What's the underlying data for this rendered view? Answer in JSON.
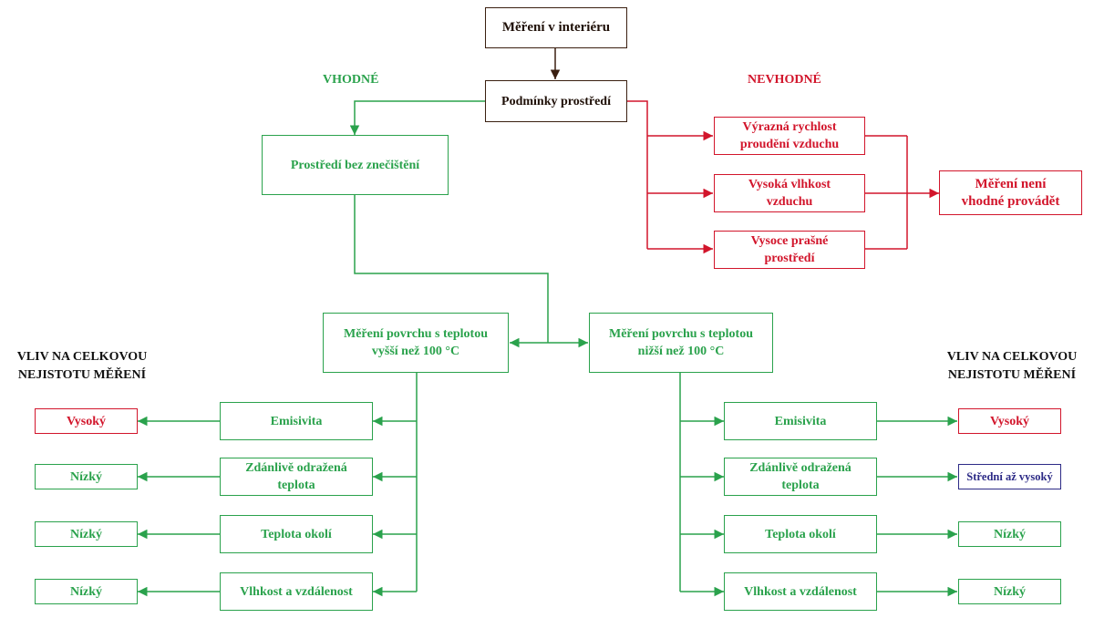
{
  "title": "Měření v interiéru",
  "conditions": "Podmínky prostředí",
  "labels": {
    "suitable": "VHODNÉ",
    "unsuitable": "NEVHODNÉ"
  },
  "clean_env": "Prostředí bez znečištění",
  "unsuitable_items": [
    [
      "Výrazná rychlost",
      "proudění vzduchu"
    ],
    [
      "Vysoká vlhkost",
      "vzduchu"
    ],
    [
      "Vysoce prašné",
      "prostředí"
    ]
  ],
  "unsuitable_result": [
    "Měření není",
    "vhodné provádět"
  ],
  "branch_high": [
    "Měření povrchu s teplotou",
    "vyšší než 100 °C"
  ],
  "branch_low": [
    "Měření povrchu s teplotou",
    "nižší než 100 °C"
  ],
  "influence_heading": [
    "VLIV NA CELKOVOU",
    "NEJISTOTU MĚŘENÍ"
  ],
  "factors": [
    [
      "Emisivita"
    ],
    [
      "Zdánlivě odražená",
      "teplota"
    ],
    [
      "Teplota okolí"
    ],
    [
      "Vlhkost a vzdálenost"
    ]
  ],
  "left_results": [
    "Vysoký",
    "Nízký",
    "Nízký",
    "Nízký"
  ],
  "right_results": [
    "Vysoký",
    "Střední až vysoký",
    "Nízký",
    "Nízký"
  ],
  "colors": {
    "green": "#2aa24c",
    "red": "#d2152b",
    "brown": "#3a1f10",
    "blue": "#2c2a86"
  }
}
